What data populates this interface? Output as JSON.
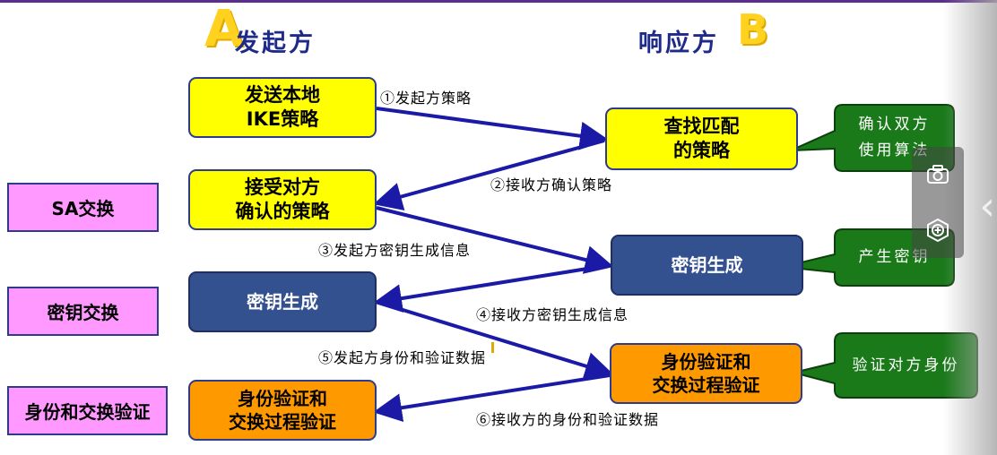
{
  "headers": {
    "initiator_letter": "A",
    "initiator": "发起方",
    "responder": "响应方",
    "responder_letter": "B"
  },
  "phases": [
    {
      "id": "sa",
      "label": "SA交换"
    },
    {
      "id": "key",
      "label": "密钥交换"
    },
    {
      "id": "auth",
      "label": "身份和交换验证"
    }
  ],
  "initiator_boxes": [
    {
      "id": "send-policy",
      "label": "发送本地\nIKE策略",
      "color": "#ffff00"
    },
    {
      "id": "accept-policy",
      "label": "接受对方\n确认的策略",
      "color": "#ffff00"
    },
    {
      "id": "keygen",
      "label": "密钥生成",
      "color": "#33508f"
    },
    {
      "id": "auth-verify",
      "label": "身份验证和\n交换过程验证",
      "color": "#ff9900"
    }
  ],
  "responder_boxes": [
    {
      "id": "find-policy",
      "label": "查找匹配\n的策略",
      "color": "#ffff00"
    },
    {
      "id": "keygen",
      "label": "密钥生成",
      "color": "#33508f"
    },
    {
      "id": "auth-verify",
      "label": "身份验证和\n交换过程验证",
      "color": "#ff9900"
    }
  ],
  "callouts": [
    {
      "id": "confirm-algo",
      "label": "确认双方\n使用算法",
      "color": "#1a7a1a"
    },
    {
      "id": "generate-key",
      "label": "产生密钥",
      "color": "#1a7a1a"
    },
    {
      "id": "verify-identity",
      "label": "验证对方身份",
      "color": "#1a7a1a"
    }
  ],
  "steps": [
    {
      "id": "s1",
      "label": "①发起方策略"
    },
    {
      "id": "s2",
      "label": "②接收方确认策略"
    },
    {
      "id": "s3",
      "label": "③发起方密钥生成信息"
    },
    {
      "id": "s4",
      "label": "④接收方密钥生成信息"
    },
    {
      "id": "s5",
      "label": "⑤发起方身份和验证数据"
    },
    {
      "id": "s6",
      "label": "⑥接收方的身份和验证数据"
    }
  ],
  "colors": {
    "arrow": "#1a1aa6",
    "callout": "#1a7a1a",
    "header": "#1e2a8a",
    "letter": "#ffd21f"
  },
  "toolbar": {
    "icons": [
      "camera-icon",
      "add-shape-icon"
    ],
    "collapse": "chevron-left-icon"
  }
}
